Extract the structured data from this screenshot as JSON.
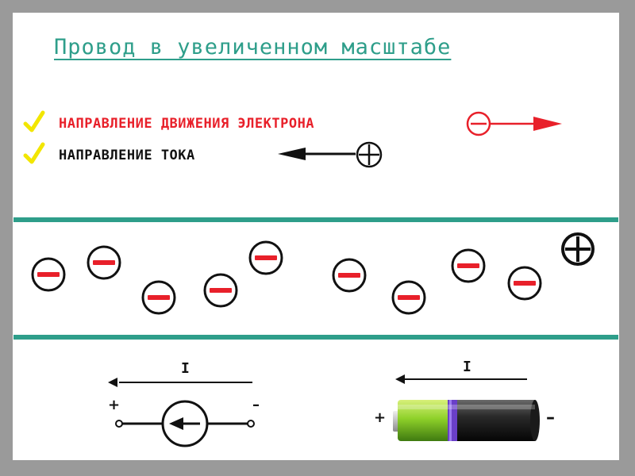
{
  "title": "Провод в увеличенном масштабе",
  "legend": [
    {
      "text": "НАПРАВЛЕНИЕ ДВИЖЕНИЯ ЭЛЕКТРОНА",
      "color": "#e8202a",
      "check_icon": "checkmark-icon"
    },
    {
      "text": "НАПРАВЛЕНИЕ ТОКА",
      "color": "#111111",
      "check_icon": "checkmark-icon"
    }
  ],
  "colors": {
    "wire": "#2e9e8a",
    "electron": "#e8202a",
    "check": "#f2e600",
    "background": "#9a9a9a"
  },
  "current_symbol": "I",
  "polarity": {
    "plus": "+",
    "minus": "–"
  },
  "icons": [
    "checkmark-icon",
    "electron-minus-icon",
    "proton-plus-icon",
    "arrow-left-icon",
    "arrow-right-icon",
    "current-source-icon",
    "battery-icon"
  ]
}
